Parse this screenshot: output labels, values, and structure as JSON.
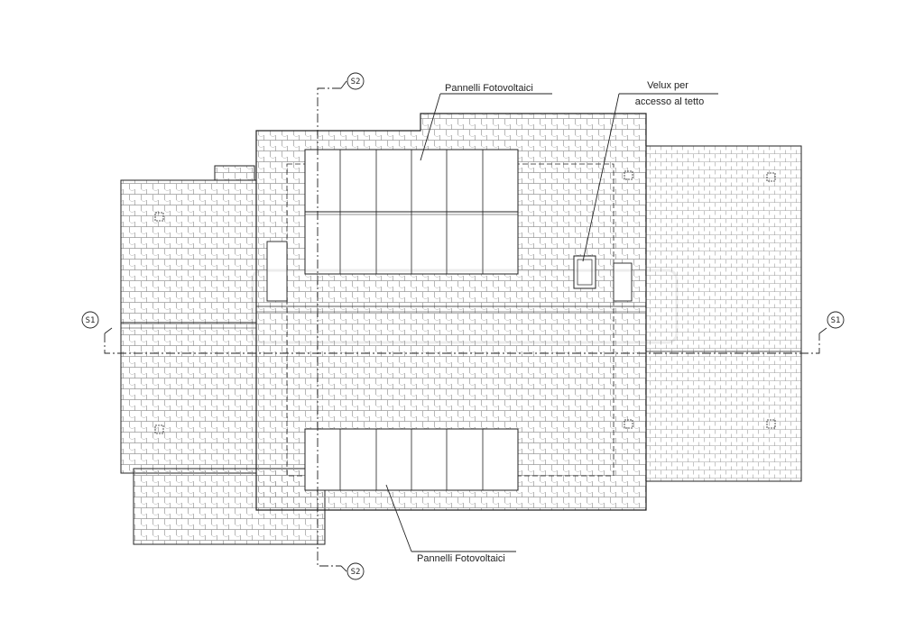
{
  "labels": {
    "pv_top": "Pannelli Fotovoltaici",
    "pv_bottom": "Pannelli Fotovoltaici",
    "velux_line1": "Velux per",
    "velux_line2": "accesso al tetto"
  },
  "section_marks": {
    "s1_left": "S1",
    "s1_right": "S1",
    "s2_top": "S2",
    "s2_bottom": "S2"
  },
  "watermark": "immobiliare",
  "colors": {
    "line": "#222222",
    "tile": "#9a9a9a",
    "background": "#ffffff"
  }
}
